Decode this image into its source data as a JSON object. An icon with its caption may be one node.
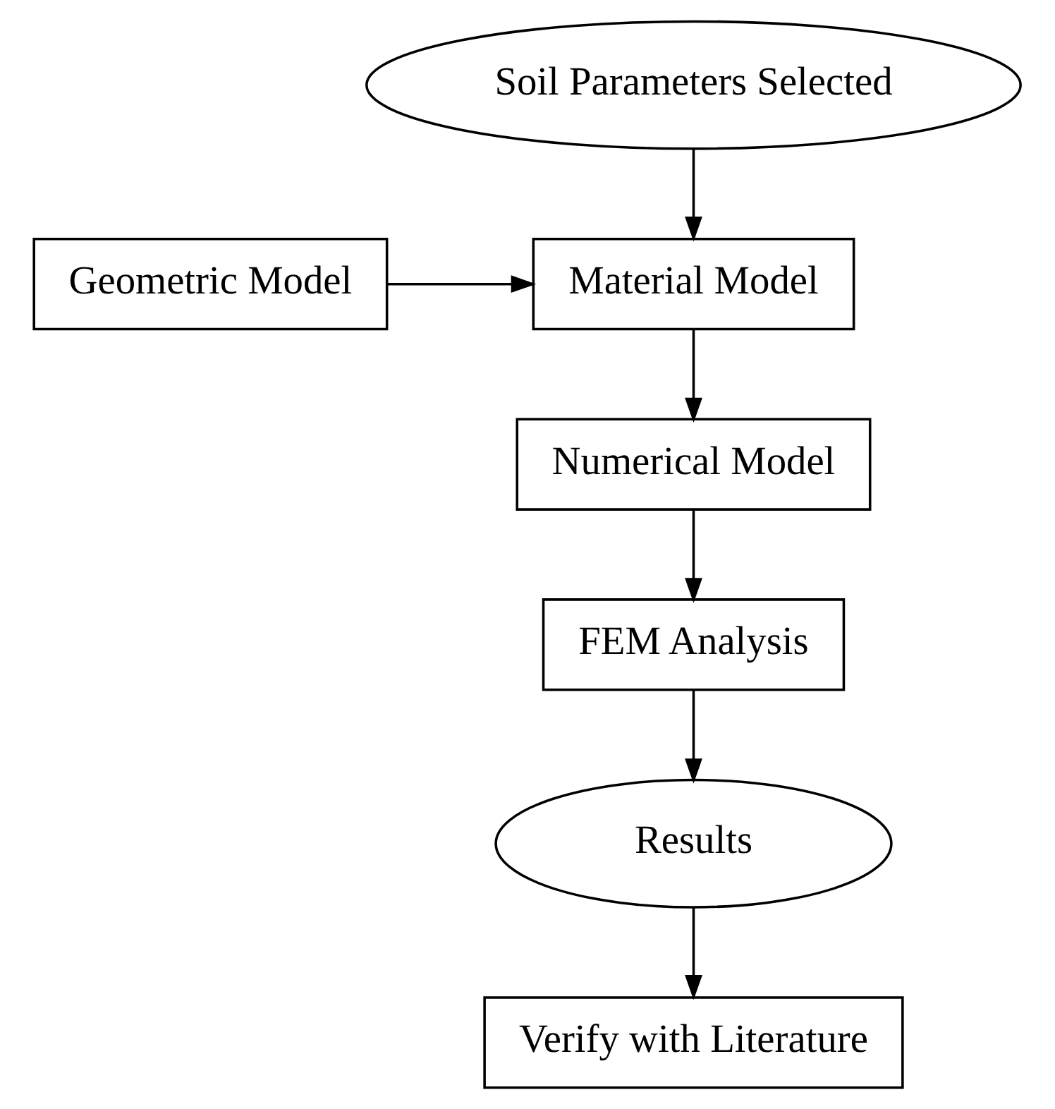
{
  "diagram": {
    "nodes": [
      {
        "text": [
          "Soil Parameters Selected"
        ]
      },
      {
        "text": [
          "Material Model"
        ]
      },
      {
        "text": [
          "Geometric Model"
        ]
      },
      {
        "text": [
          "Numerical Model"
        ]
      },
      {
        "text": [
          "FEM Analysis"
        ]
      },
      {
        "text": [
          "Results"
        ]
      },
      {
        "text": [
          "Verify with Literature"
        ]
      }
    ],
    "edges": [
      {
        "from": 0,
        "to": 1,
        "arrow": "to"
      },
      {
        "from": 2,
        "to": 1,
        "arrow": "to"
      },
      {
        "from": 1,
        "to": 3,
        "arrow": "to"
      },
      {
        "from": 3,
        "to": 4,
        "arrow": "to"
      },
      {
        "from": 4,
        "to": 5,
        "arrow": "to"
      },
      {
        "from": 5,
        "to": 6,
        "arrow": "to"
      }
    ]
  }
}
